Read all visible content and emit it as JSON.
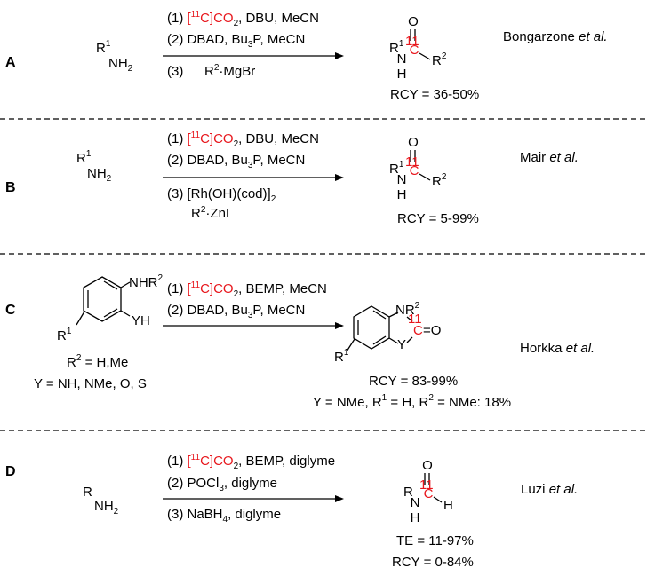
{
  "sections": [
    {
      "label": "A",
      "reactant": {
        "r": "R",
        "r_sup": "1",
        "nh": "NH",
        "nh_sub": "2"
      },
      "conditions": [
        {
          "n": "(1) ",
          "b1": "[",
          "sup": "11",
          "b2": "C]CO",
          "sub": "2",
          "rest": ", DBU, MeCN"
        },
        {
          "pre": "(2) DBAD, Bu",
          "sub": "3",
          "post": "P, MeCN"
        },
        {
          "n": "(3)",
          "reagent": "R",
          "sup": "2",
          "rest": "·MgBr"
        }
      ],
      "product": {
        "r1": "R",
        "r1_sup": "1",
        "n": "N",
        "h": "H",
        "iso": "11",
        "c": "C",
        "o": "O",
        "r2": "R",
        "r2_sup": "2"
      },
      "yields": [
        "RCY = 36-50%"
      ],
      "citation": {
        "name": "Bongarzone ",
        "etal": "et al."
      }
    },
    {
      "label": "B",
      "reactant": {
        "r": "R",
        "r_sup": "1",
        "nh": "NH",
        "nh_sub": "2"
      },
      "conditions": [
        {
          "n": "(1) ",
          "b1": "[",
          "sup": "11",
          "b2": "C]CO",
          "sub": "2",
          "rest": ", DBU, MeCN"
        },
        {
          "pre": "(2) DBAD, Bu",
          "sub": "3",
          "post": "P, MeCN"
        },
        {
          "pre": "(3) [Rh(OH)(cod)]",
          "sub": "2"
        },
        {
          "reagent": "R",
          "sup": "2",
          "rest": "·ZnI"
        }
      ],
      "product": {
        "r1": "R",
        "r1_sup": "1",
        "n": "N",
        "h": "H",
        "iso": "11",
        "c": "C",
        "o": "O",
        "r2": "R",
        "r2_sup": "2"
      },
      "yields": [
        "RCY = 5-99%"
      ],
      "citation": {
        "name": "Mair ",
        "etal": "et al."
      }
    },
    {
      "label": "C",
      "reactant": {
        "nhr": "NHR",
        "nhr_sup": "2",
        "yh": "YH",
        "r": "R",
        "r_sup": "1"
      },
      "notes": [
        {
          "pre": "R",
          "sup": "2",
          "post": " = H,Me"
        },
        {
          "text": "Y = NH, NMe, O, S"
        }
      ],
      "conditions": [
        {
          "n": "(1) ",
          "b1": "[",
          "sup": "11",
          "b2": "C]CO",
          "sub": "2",
          "rest": ", BEMP, MeCN"
        },
        {
          "pre": "(2) DBAD, Bu",
          "sub": "3",
          "post": "P, MeCN"
        }
      ],
      "product": {
        "nr": "NR",
        "nr_sup": "2",
        "iso": "11",
        "c": "C",
        "eq_o": "=O",
        "y": "Y",
        "r": "R",
        "r_sup": "1"
      },
      "yields": [
        "RCY = 83-99%"
      ],
      "yield_extra": {
        "a": "Y = NMe, R",
        "s1": "1",
        "b": " = H, R",
        "s2": "2",
        "c": " = NMe: 18%"
      },
      "citation": {
        "name": "Horkka ",
        "etal": "et al."
      }
    },
    {
      "label": "D",
      "reactant": {
        "r": "R",
        "nh": "NH",
        "nh_sub": "2"
      },
      "conditions": [
        {
          "n": "(1) ",
          "b1": "[",
          "sup": "11",
          "b2": "C]CO",
          "sub": "2",
          "rest": ", BEMP, diglyme"
        },
        {
          "pre": "(2) POCl",
          "sub": "3",
          "post": ", diglyme"
        },
        {
          "pre": "(3) NaBH",
          "sub": "4",
          "post": ", diglyme"
        }
      ],
      "product": {
        "r": "R",
        "n": "N",
        "h": "H",
        "iso": "11",
        "c": "C",
        "o": "O",
        "h2": "H"
      },
      "yields": [
        "TE = 11-97%",
        "RCY = 0-84%"
      ],
      "citation": {
        "name": "Luzi ",
        "etal": "et al."
      }
    }
  ]
}
